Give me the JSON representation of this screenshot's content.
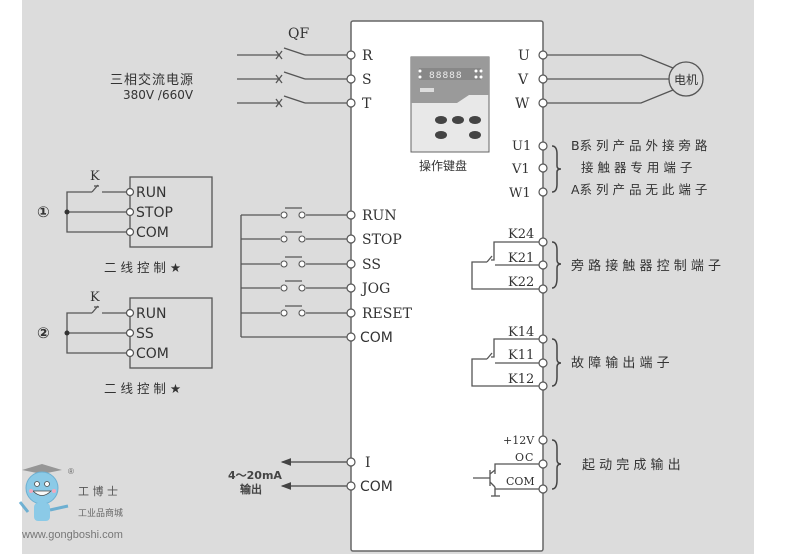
{
  "power": {
    "breaker_label": "QF",
    "source_label": "三相交流电源",
    "voltage_label": "380V /660V"
  },
  "drive": {
    "input_terminals": [
      "R",
      "S",
      "T"
    ],
    "output_terminals": [
      "U",
      "V",
      "W"
    ],
    "bypass_terminals": [
      "U1",
      "V1",
      "W1"
    ],
    "control_terminals": [
      "RUN",
      "STOP",
      "SS",
      "JOG",
      "RESET",
      "COM"
    ],
    "analog_terminals": [
      "I",
      "COM"
    ],
    "keypad_label": "操作键盘",
    "motor_label": "电机"
  },
  "bypass_note": {
    "line1": "B系 列 产 品 外 接 旁 路",
    "line2": "接 触 器 专 用 端 子",
    "line3": "A系 列 产 品 无 此 端 子"
  },
  "bypass_relay": {
    "terminals": [
      "K24",
      "K21",
      "K22"
    ],
    "label": "旁 路 接 触 器 控 制 端 子"
  },
  "fault_relay": {
    "terminals": [
      "K14",
      "K11",
      "K12"
    ],
    "label": "故 障 输 出 端 子"
  },
  "start_output": {
    "terminals": [
      "+12V",
      "OC",
      "COM"
    ],
    "label": "起 动 完 成 输 出"
  },
  "analog_output": {
    "line1": "4～20mA",
    "line2": "输出"
  },
  "two_wire_1": {
    "marker": "①",
    "switch_label": "K",
    "terminals": [
      "RUN",
      "STOP",
      "COM"
    ],
    "caption": "二 线 控 制 ★"
  },
  "two_wire_2": {
    "marker": "②",
    "switch_label": "K",
    "terminals": [
      "RUN",
      "SS",
      "COM"
    ],
    "caption": "二 线 控 制 ★"
  },
  "watermark": {
    "brand": "工 博 士",
    "subtitle": "工业品商城",
    "url": "www.gongboshi.com",
    "registered": "®"
  },
  "colors": {
    "panel": "#dcdcdc",
    "line": "#555555",
    "text": "#333333",
    "box": "#ffffff"
  }
}
